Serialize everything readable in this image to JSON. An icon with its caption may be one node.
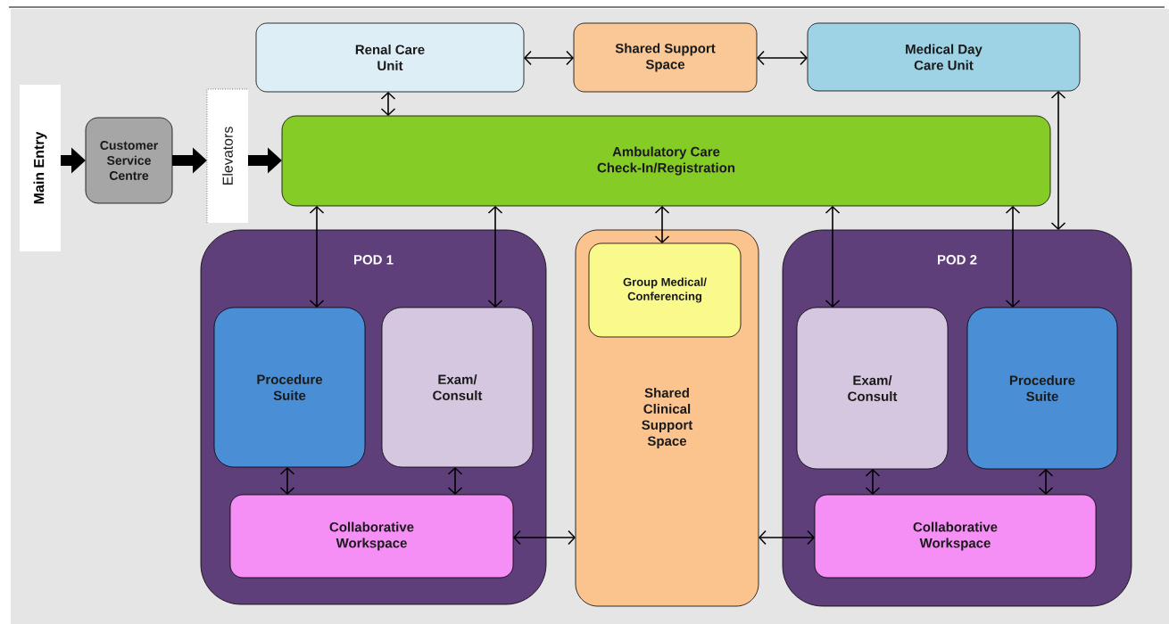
{
  "diagram": {
    "nodes": [
      {
        "text": [
          "Main Entry"
        ]
      },
      {
        "text": [
          "Customer Service Centre"
        ]
      },
      {
        "text": [
          "Elevators"
        ]
      },
      {
        "text": [
          "Renal Care Unit"
        ]
      },
      {
        "text": [
          "Shared Support Space"
        ]
      },
      {
        "text": [
          "Medical Day Care Unit"
        ]
      },
      {
        "text": [
          "Ambulatory Care Check-In/Registration"
        ]
      },
      {
        "text": [
          "POD 1"
        ]
      },
      {
        "text": [
          "Procedure Suite"
        ],
        "in": 7
      },
      {
        "text": [
          "Exam/ Consult"
        ],
        "in": 7
      },
      {
        "text": [
          "Collaborative Workspace"
        ],
        "in": 7
      },
      {
        "text": [
          "Shared Clinical Support Space"
        ]
      },
      {
        "text": [
          "Group Medical/ Conferencing"
        ],
        "in": 11
      },
      {
        "text": [
          "POD 2"
        ]
      },
      {
        "text": [
          "Exam/ Consult"
        ],
        "in": 13
      },
      {
        "text": [
          "Procedure Suite"
        ],
        "in": 13
      },
      {
        "text": [
          "Collaborative Workspace"
        ],
        "in": 13
      }
    ],
    "edges": [
      {
        "from": 0,
        "to": 1,
        "arrow": "to",
        "style": "thick"
      },
      {
        "from": 1,
        "to": 2,
        "arrow": "to",
        "style": "thick"
      },
      {
        "from": 2,
        "to": 6,
        "arrow": "to",
        "style": "thick"
      },
      {
        "from": 3,
        "to": 4,
        "arrow": "both"
      },
      {
        "from": 4,
        "to": 5,
        "arrow": "both"
      },
      {
        "from": 3,
        "to": 6,
        "arrow": "both"
      },
      {
        "from": 6,
        "to": 8,
        "arrow": "both"
      },
      {
        "from": 6,
        "to": 9,
        "arrow": "both"
      },
      {
        "from": 6,
        "to": 12,
        "arrow": "both"
      },
      {
        "from": 6,
        "to": 14,
        "arrow": "both"
      },
      {
        "from": 6,
        "to": 15,
        "arrow": "both"
      },
      {
        "from": 5,
        "to": 13,
        "arrow": "both"
      },
      {
        "from": 8,
        "to": 10,
        "arrow": "both"
      },
      {
        "from": 9,
        "to": 10,
        "arrow": "both"
      },
      {
        "from": 10,
        "to": 11,
        "arrow": "both"
      },
      {
        "from": 11,
        "to": 16,
        "arrow": "both"
      },
      {
        "from": 14,
        "to": 16,
        "arrow": "both"
      },
      {
        "from": 15,
        "to": 16,
        "arrow": "both"
      }
    ]
  }
}
